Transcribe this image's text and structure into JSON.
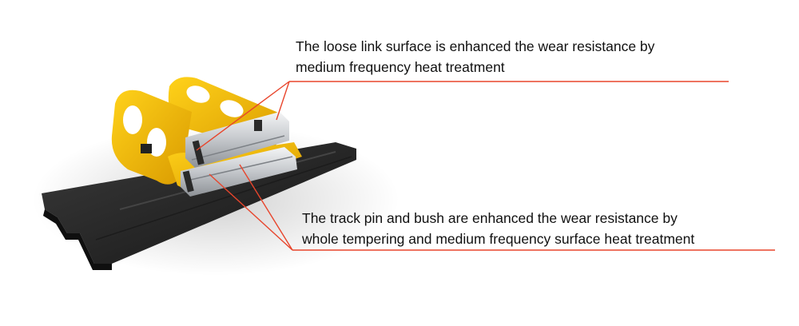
{
  "callouts": [
    {
      "lines": [
        "The loose link surface is enhanced the wear resistance by",
        "medium frequency heat treatment"
      ]
    },
    {
      "lines": [
        "The track pin and bush are enhanced the wear resistance by",
        "whole tempering and medium frequency surface heat treatment"
      ]
    }
  ],
  "colors": {
    "leader_line": "#e8452c",
    "link_yellow": "#f2b705",
    "track_plate": "#2a2a2a",
    "pin_steel": "#c9ccd0"
  }
}
